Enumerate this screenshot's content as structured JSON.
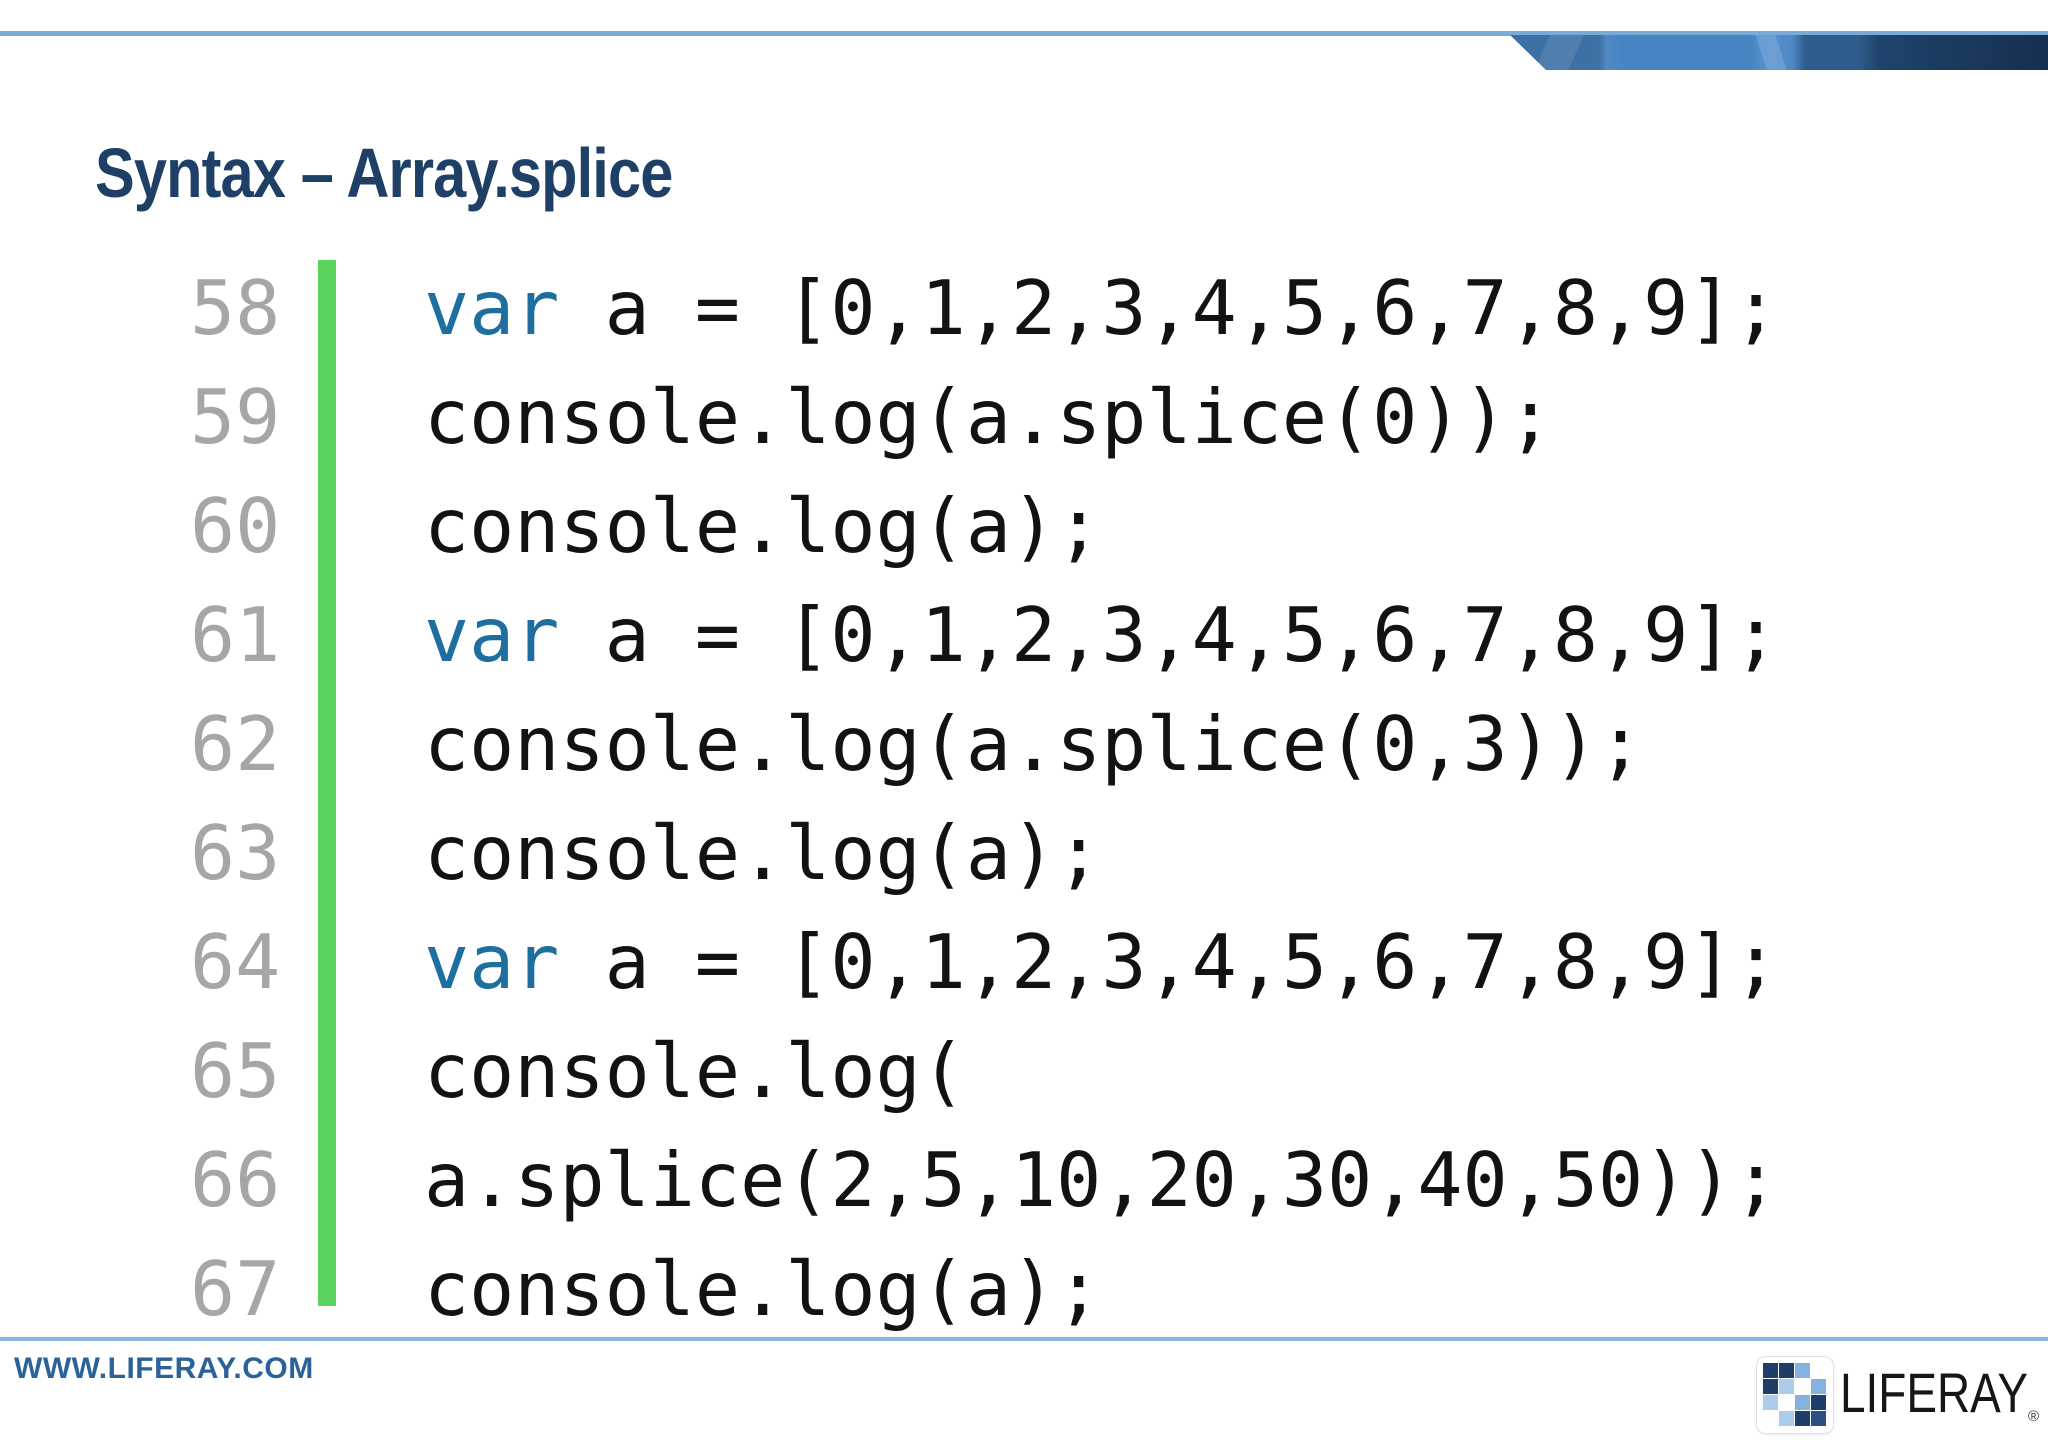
{
  "header": {
    "title": "Syntax – Array.splice"
  },
  "code_panel": {
    "language": "javascript",
    "lines": [
      {
        "num": "58",
        "keyword": "var",
        "rest": " a = [0,1,2,3,4,5,6,7,8,9];"
      },
      {
        "num": "59",
        "keyword": "",
        "rest": "console.log(a.splice(0));"
      },
      {
        "num": "60",
        "keyword": "",
        "rest": "console.log(a);"
      },
      {
        "num": "61",
        "keyword": "var",
        "rest": " a = [0,1,2,3,4,5,6,7,8,9];"
      },
      {
        "num": "62",
        "keyword": "",
        "rest": "console.log(a.splice(0,3));"
      },
      {
        "num": "63",
        "keyword": "",
        "rest": "console.log(a);"
      },
      {
        "num": "64",
        "keyword": "var",
        "rest": " a = [0,1,2,3,4,5,6,7,8,9];"
      },
      {
        "num": "65",
        "keyword": "",
        "rest": "console.log("
      },
      {
        "num": "66",
        "keyword": "",
        "rest": "a.splice(2,5,10,20,30,40,50));"
      },
      {
        "num": "67",
        "keyword": "",
        "rest": "console.log(a);"
      }
    ]
  },
  "footer": {
    "website": "WWW.LIFERAY.COM",
    "brand_wordmark": "LIFERAY",
    "registered_mark": "®"
  },
  "logo": {
    "grid_pattern": [
      "d",
      "d",
      "m",
      "n",
      "d",
      "l",
      "n",
      "m",
      "l",
      "n",
      "m",
      "d",
      "n",
      "l",
      "d",
      "e"
    ],
    "palette": {
      "d": "#1d3e69",
      "e": "#2c5181",
      "m": "#85b2de",
      "l": "#aacdeb",
      "n": "transparent"
    }
  },
  "colors": {
    "title": "#1e3f66",
    "keyword": "#1e6f9f",
    "code": "#121212",
    "gutter": "#a6a6a6",
    "bar": "#5cd35c",
    "rule": "#79aad8",
    "rule2": "#8db5db",
    "url": "#2b6298"
  }
}
